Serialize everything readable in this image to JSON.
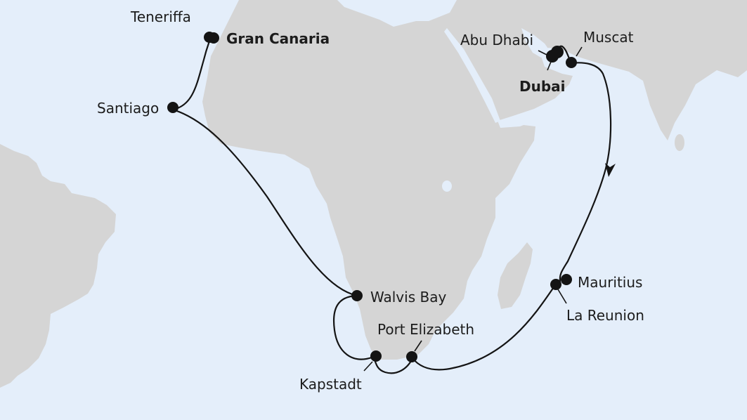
{
  "colors": {
    "sea": "#e4eefa",
    "land": "#d5d5d5",
    "route": "#141414"
  },
  "route": {
    "direction": "clockwise",
    "arrow_icon": "arrowhead-down"
  },
  "ports": [
    {
      "name": "Teneriffa",
      "bold": false
    },
    {
      "name": "Gran Canaria",
      "bold": true
    },
    {
      "name": "Santiago",
      "bold": false
    },
    {
      "name": "Walvis Bay",
      "bold": false
    },
    {
      "name": "Kapstadt",
      "bold": false
    },
    {
      "name": "Port Elizabeth",
      "bold": false
    },
    {
      "name": "La Reunion",
      "bold": false
    },
    {
      "name": "Mauritius",
      "bold": false
    },
    {
      "name": "Muscat",
      "bold": false
    },
    {
      "name": "Abu Dhabi",
      "bold": false
    },
    {
      "name": "Dubai",
      "bold": true
    }
  ]
}
